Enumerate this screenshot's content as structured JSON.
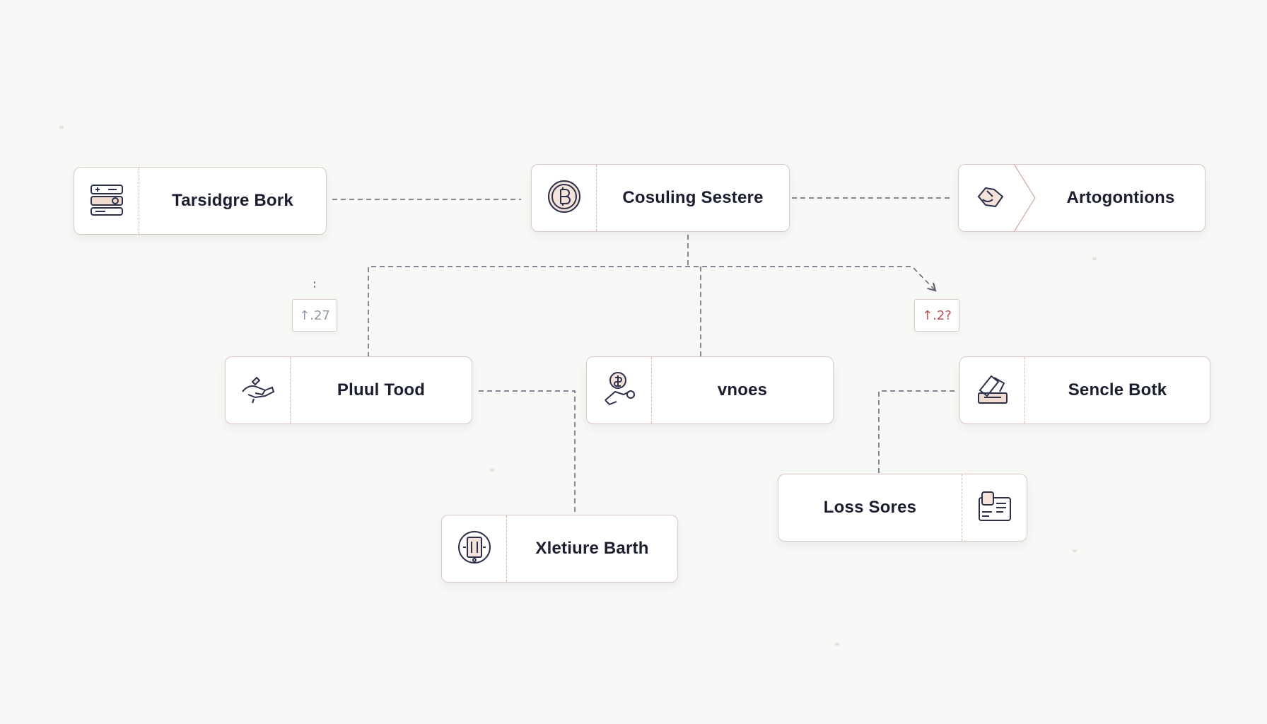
{
  "diagram": {
    "nodes": [
      {
        "id": "n1",
        "label": "Tarsidgre Bork",
        "icon": "storage-panel-icon"
      },
      {
        "id": "n2",
        "label": "Cosuling Sestere",
        "icon": "bitcoin-coin-icon"
      },
      {
        "id": "n3",
        "label": "Artogontions",
        "icon": "handshake-icon"
      },
      {
        "id": "n4",
        "label": "Pluul Tood",
        "icon": "hand-lending-icon"
      },
      {
        "id": "n5",
        "label": "vnoes",
        "icon": "money-bag-hand-icon"
      },
      {
        "id": "n6",
        "label": "Sencle Botk",
        "icon": "stacked-cash-icon"
      },
      {
        "id": "n7",
        "label": "Loss Sores",
        "icon": "ledger-document-icon"
      },
      {
        "id": "n8",
        "label": "Xletiure Barth",
        "icon": "vault-safe-icon"
      }
    ],
    "badges": [
      {
        "id": "b1",
        "text": "↑.27",
        "color": "#8e9aa8"
      },
      {
        "id": "b2",
        "text": "↑.2?",
        "color": "#c0504d"
      }
    ],
    "colors": {
      "node_text": "#1b1e33",
      "connector": "#5d6171",
      "node_border": "#d9c9c2",
      "icon_accent": "#e8c9b4"
    }
  }
}
